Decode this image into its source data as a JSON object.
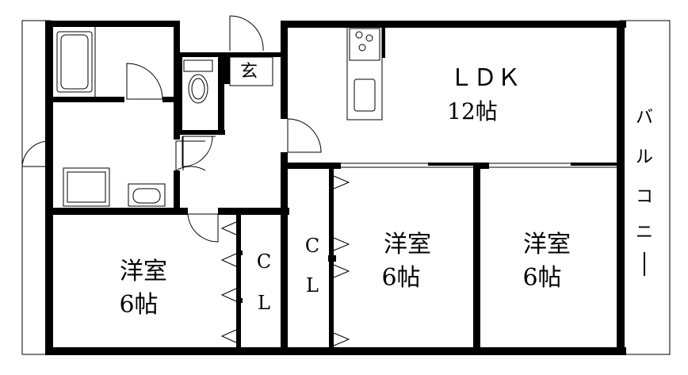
{
  "plan": {
    "rooms": {
      "ldk_name": "ＬＤＫ",
      "ldk_size": "12帖",
      "west_room_name": "洋室",
      "west_room_size": "6帖",
      "center_room_name": "洋室",
      "center_room_size": "6帖",
      "east_room_name": "洋室",
      "east_room_size": "6帖",
      "entrance": "玄"
    },
    "closets": {
      "west_c": "C",
      "west_l": "L",
      "center_c": "C",
      "center_l": "L"
    },
    "balcony": [
      "バ",
      "ル",
      "コ",
      "ニ",
      "ー"
    ]
  }
}
